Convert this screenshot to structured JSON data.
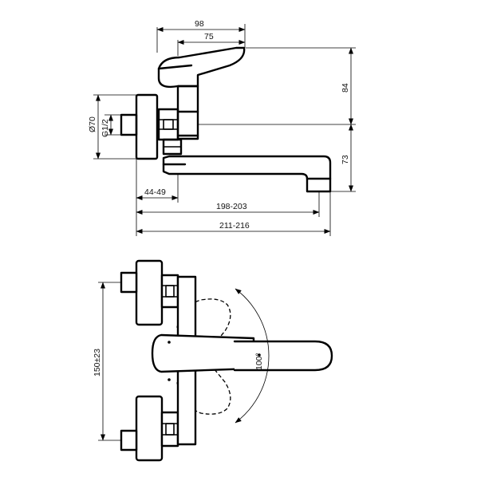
{
  "dimensions": {
    "d98": "98",
    "d75": "75",
    "d84": "84",
    "d73": "73",
    "d70": "Ø70",
    "g12": "G1/2",
    "d4449": "44-49",
    "d198": "198-203",
    "d211": "211-216",
    "d150": "150±23",
    "angle": "100°"
  }
}
